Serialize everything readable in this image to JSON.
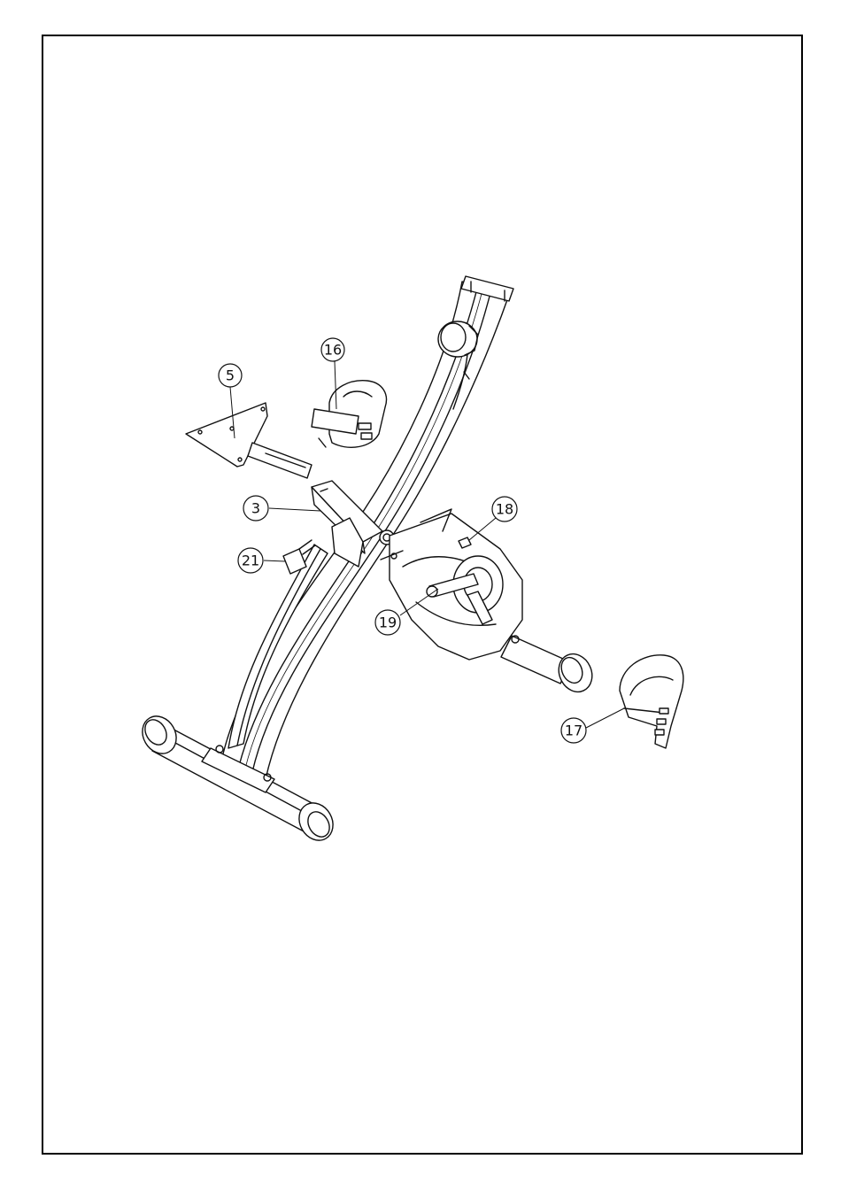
{
  "colors": {
    "line": "#111111",
    "background": "#ffffff"
  },
  "callouts": [
    {
      "id": "c5",
      "label": "5"
    },
    {
      "id": "c16",
      "label": "16"
    },
    {
      "id": "c3",
      "label": "3"
    },
    {
      "id": "c18",
      "label": "18"
    },
    {
      "id": "c21",
      "label": "21"
    },
    {
      "id": "c19",
      "label": "19"
    },
    {
      "id": "c17",
      "label": "17"
    }
  ]
}
